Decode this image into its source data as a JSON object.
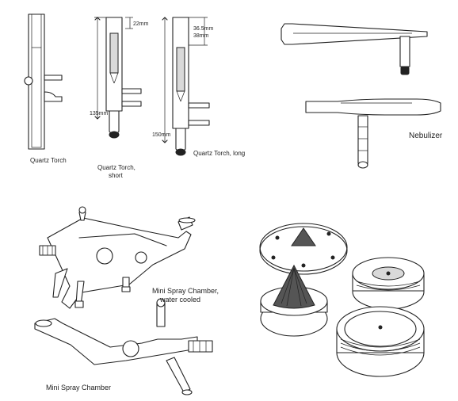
{
  "labels": {
    "quartz_torch": "Quartz Torch",
    "quartz_torch_short_line1": "Quartz Torch,",
    "quartz_torch_short_line2": "short",
    "quartz_torch_long": "Quartz Torch, long",
    "nebulizer": "Nebulizer",
    "mini_spray_wc_line1": "Mini Spray Chamber,",
    "mini_spray_wc_line2": "water cooled",
    "mini_spray": "Mini Spray Chamber"
  },
  "dimensions": {
    "d22": "22mm",
    "d36_5": "36.5mm",
    "d38": "38mm",
    "d135": "135mm",
    "d150": "150mm"
  }
}
